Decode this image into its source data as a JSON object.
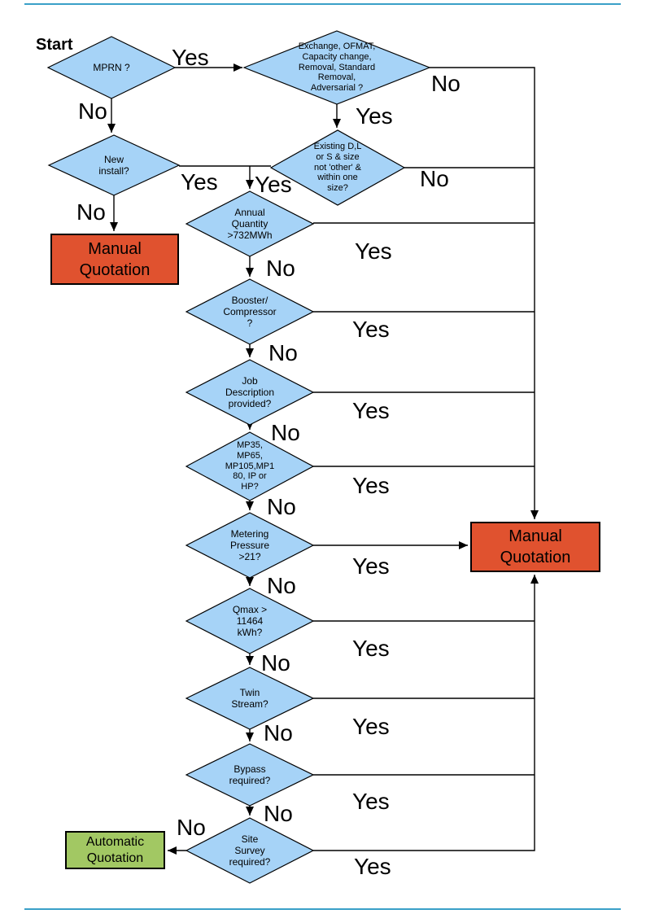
{
  "colors": {
    "decision_fill": "#A6D3F7",
    "manual_fill": "#E0522F",
    "auto_fill": "#A2C863",
    "page_rule_color": "#3AA0C8",
    "line_color": "#000000"
  },
  "start_label": "Start",
  "labels": {
    "yes": "Yes",
    "no": "No"
  },
  "decisions": {
    "mprn": "MPRN ?",
    "exchange": "Exchange, OFMAT,\nCapacity change,\nRemoval, Standard\nRemoval,\nAdversarial ?",
    "new_install": "New\ninstall?",
    "existing": "Existing D,L\nor S & size\nnot 'other' &\nwithin one\nsize?",
    "annual": "Annual\nQuantity\n>732MWh",
    "booster": "Booster/\nCompressor\n?",
    "job": "Job\nDescription\nprovided?",
    "mp": "MP35,\nMP65,\nMP105,MP1\n80, IP or\nHP?",
    "metering": "Metering\nPressure\n>21?",
    "qmax": "Qmax >\n11464\nkWh?",
    "twin": "Twin\nStream?",
    "bypass": "Bypass\nrequired?",
    "site": "Site\nSurvey\nrequired?"
  },
  "terminals": {
    "manual_left": "Manual\nQuotation",
    "manual_right": "Manual\nQuotation",
    "automatic": "Automatic\nQuotation"
  }
}
